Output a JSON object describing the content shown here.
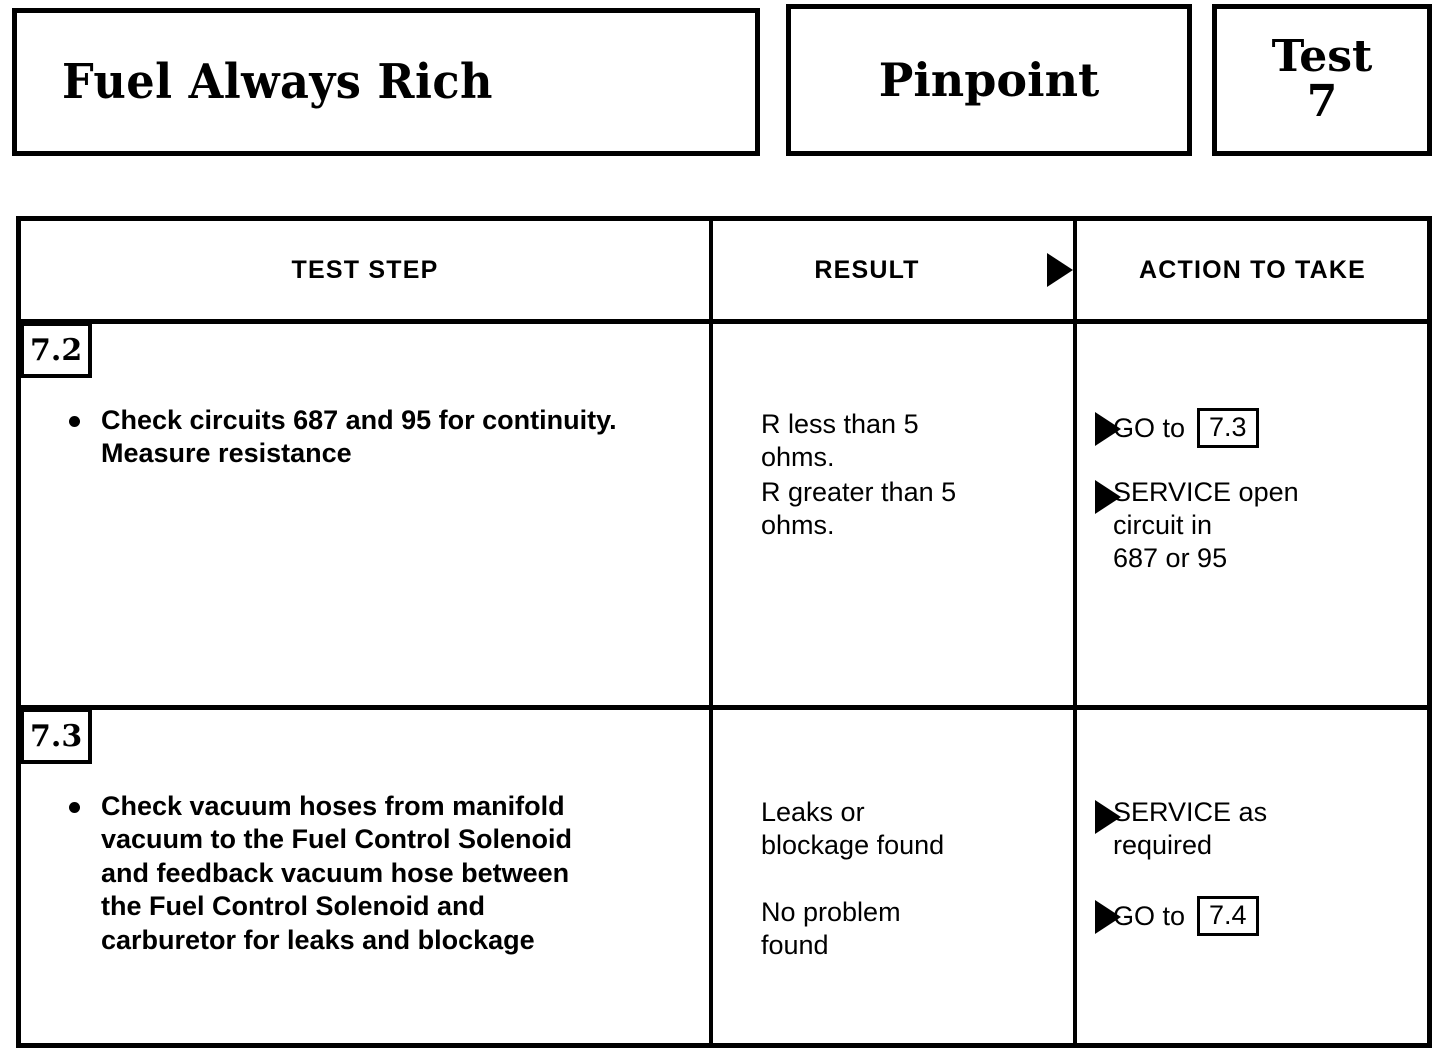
{
  "header": {
    "title": "Fuel Always Rich",
    "category": "Pinpoint",
    "test_label": "Test",
    "test_number": "7"
  },
  "table": {
    "columns": {
      "test_step": "TEST STEP",
      "result": "RESULT",
      "action": "ACTION TO TAKE",
      "result_arrow_icon": "right-triangle-icon"
    },
    "rows": [
      {
        "step_id": "7.2",
        "test_step": {
          "bullet_icon": "bullet-dot-icon",
          "lines": [
            "Check circuits 687 and 95 for continuity.",
            "Measure resistance"
          ]
        },
        "results": [
          {
            "arrow_icon": "right-triangle-icon",
            "lines": [
              "R less than 5",
              "ohms."
            ]
          },
          {
            "arrow_icon": "right-triangle-icon",
            "lines": [
              "R greater than 5",
              "ohms."
            ]
          }
        ],
        "actions": [
          {
            "prefix": "GO to",
            "box_ref": "7.3",
            "lines": []
          },
          {
            "prefix": "",
            "box_ref": "",
            "lines": [
              "SERVICE open",
              "circuit in",
              "687 or 95"
            ]
          }
        ]
      },
      {
        "step_id": "7.3",
        "test_step": {
          "bullet_icon": "bullet-dot-icon",
          "lines": [
            "Check vacuum hoses from manifold",
            "vacuum to the Fuel Control Solenoid",
            "and feedback vacuum hose between",
            "the Fuel Control Solenoid and",
            "carburetor for leaks and blockage"
          ]
        },
        "results": [
          {
            "arrow_icon": "right-triangle-icon",
            "lines": [
              "Leaks or",
              "blockage found"
            ]
          },
          {
            "arrow_icon": "right-triangle-icon",
            "lines": [
              "No problem",
              "found"
            ]
          }
        ],
        "actions": [
          {
            "prefix": "",
            "box_ref": "",
            "lines": [
              "SERVICE as",
              "required"
            ]
          },
          {
            "prefix": "GO to",
            "box_ref": "7.4",
            "lines": []
          }
        ]
      }
    ]
  },
  "colors": {
    "ink": "#000000",
    "paper": "#ffffff"
  }
}
